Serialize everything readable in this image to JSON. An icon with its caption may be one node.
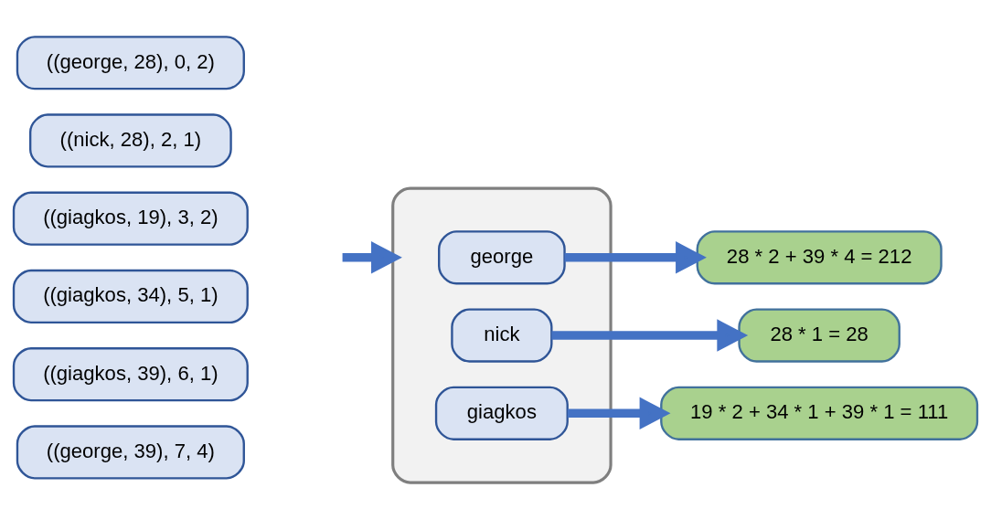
{
  "diagram": {
    "nodes": [
      {
        "text": [
          "((george, 28), 0, 2)"
        ]
      },
      {
        "text": [
          "((nick, 28), 2, 1)"
        ]
      },
      {
        "text": [
          "((giagkos, 19), 3, 2)"
        ]
      },
      {
        "text": [
          "((giagkos, 34), 5, 1)"
        ]
      },
      {
        "text": [
          "((giagkos, 39), 6, 1)"
        ]
      },
      {
        "text": [
          "((george, 39), 7, 4)"
        ]
      },
      {
        "text": [],
        "shape": "box"
      },
      {
        "text": [
          "george"
        ],
        "in": 6
      },
      {
        "text": [
          "nick"
        ],
        "in": 6
      },
      {
        "text": [
          "giagkos"
        ],
        "in": 6
      },
      {
        "text": [
          "28 * 2 + 39 * 4 = 212"
        ]
      },
      {
        "text": [
          "28 * 1 = 28"
        ]
      },
      {
        "text": [
          "19 * 2 + 34 * 1 + 39 * 1 = 111"
        ]
      }
    ],
    "edges": [
      {
        "from": null,
        "to": 6,
        "arrow": "to"
      },
      {
        "from": 7,
        "to": 10,
        "arrow": "to"
      },
      {
        "from": 8,
        "to": 11,
        "arrow": "to"
      },
      {
        "from": 9,
        "to": 12,
        "arrow": "to"
      }
    ]
  }
}
